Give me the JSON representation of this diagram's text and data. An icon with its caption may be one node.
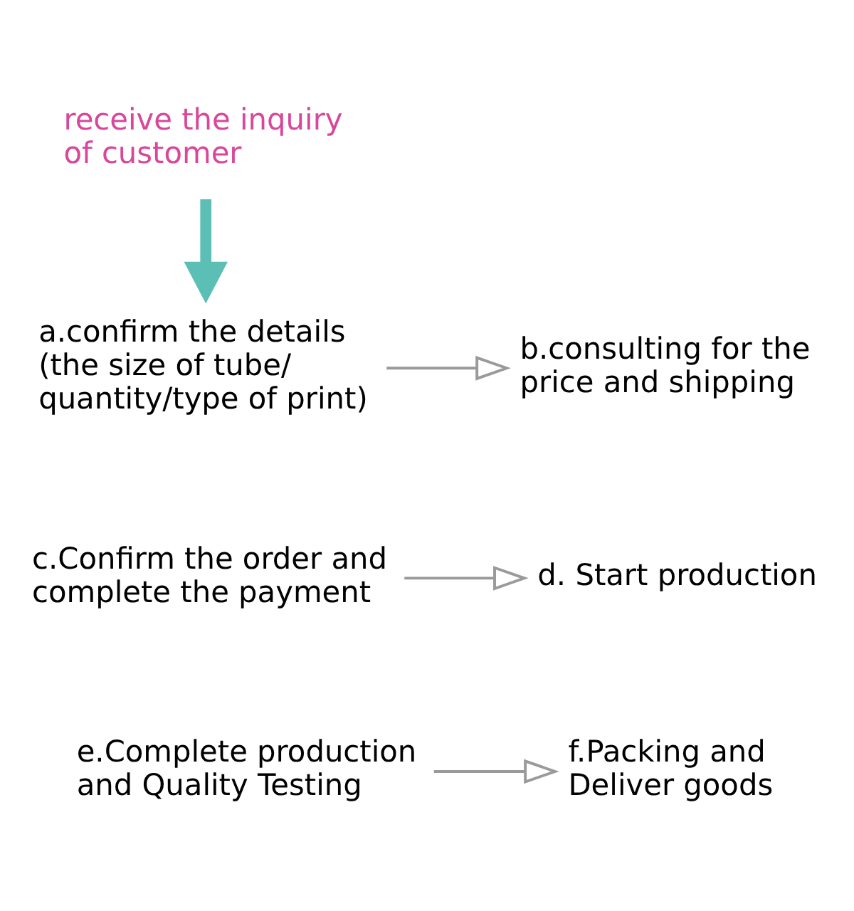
{
  "diagram": {
    "nodes": [
      {
        "text": [
          "receive the inquiry of customer"
        ]
      },
      {
        "text": [
          "a.confirm the details (the size of tube/ quantity/type of print)"
        ]
      },
      {
        "text": [
          "b.consulting for the price and shipping"
        ]
      },
      {
        "text": [
          "c.Confirm the order and complete the payment"
        ]
      },
      {
        "text": [
          "d. Start production"
        ]
      },
      {
        "text": [
          "e.Complete production and Quality Testing"
        ]
      },
      {
        "text": [
          "f.Packing and Deliver goods"
        ]
      }
    ],
    "edges": [
      {
        "from": 0,
        "to": 1,
        "arrow": "to",
        "style": "thick",
        "color": "#5bbfb5"
      },
      {
        "from": 1,
        "to": 2,
        "arrow": "to"
      },
      {
        "from": 3,
        "to": 4,
        "arrow": "to"
      },
      {
        "from": 5,
        "to": 6,
        "arrow": "to"
      }
    ]
  }
}
